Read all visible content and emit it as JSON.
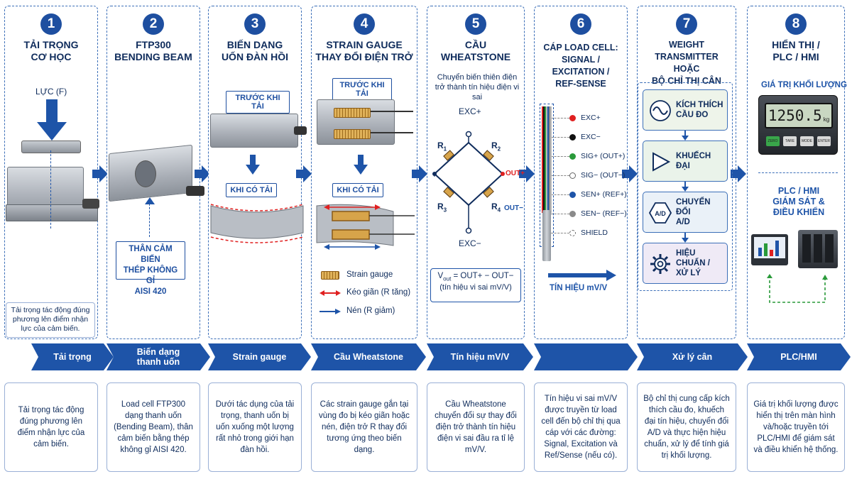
{
  "panels": [
    {
      "num": "1",
      "title": "TẢI TRỌNG\nCƠ HỌC"
    },
    {
      "num": "2",
      "title": "FTP300\nBENDING BEAM"
    },
    {
      "num": "3",
      "title": "BIẾN DẠNG\nUỐN ĐÀN HỒI"
    },
    {
      "num": "4",
      "title": "STRAIN GAUGE\nTHAY ĐỔI ĐIỆN TRỞ"
    },
    {
      "num": "5",
      "title": "CẦU\nWHEATSTONE"
    },
    {
      "num": "6",
      "title": "CÁP LOAD CELL:\nSIGNAL / EXCITATION /\nREF-SENSE"
    },
    {
      "num": "7",
      "title": "WEIGHT TRANSMITTER\nHOẶC\nBỘ CHỈ THỊ CÂN"
    },
    {
      "num": "8",
      "title": "HIỂN THỊ /\nPLC / HMI"
    }
  ],
  "p1": {
    "force_label": "LỰC (F)",
    "note": "Tải trọng tác động đúng phương lên điểm nhận lực của cảm biến."
  },
  "p2": {
    "material": "THÂN CẢM BIẾN\nTHÉP KHÔNG GỈ\nAISI 420"
  },
  "p3": {
    "before": "TRƯỚC KHI TẢI",
    "after": "KHI CÓ TẢI"
  },
  "p4": {
    "before": "TRƯỚC KHI TẢI",
    "after": "KHI CÓ TẢI",
    "legend": [
      "Strain gauge",
      "Kéo giãn (R tăng)",
      "Nén (R giảm)"
    ]
  },
  "p5": {
    "subtitle": "Chuyển biến thiên điện trở thành tín hiệu điện vi sai",
    "exc_plus": "EXC+",
    "exc_minus": "EXC−",
    "r1": "R",
    "r2": "R",
    "r3": "R",
    "r4": "R",
    "sub1": "1",
    "sub2": "2",
    "sub3": "3",
    "sub4": "4",
    "out_plus": "OUT+",
    "out_minus": "OUT−",
    "formula_v": "V",
    "formula_sub": "out",
    "formula_rest": " = OUT+ − OUT−",
    "formula_note": "(tín hiệu vi sai mV/V)"
  },
  "p6": {
    "wires": [
      {
        "label": "EXC+",
        "color": "#e02020"
      },
      {
        "label": "EXC−",
        "color": "#111111"
      },
      {
        "label": "SIG+ (OUT+)",
        "color": "#2a9a3a"
      },
      {
        "label": "SIG− (OUT−)",
        "color": "#ffffff"
      },
      {
        "label": "SEN+ (REF+)",
        "color": "#1e54a8"
      },
      {
        "label": "SEN− (REF−)",
        "color": "#8a8a8a"
      },
      {
        "label": "SHIELD",
        "color": "#ffffff"
      }
    ],
    "signal_label": "TÍN HIỆU mV/V"
  },
  "p7": {
    "steps": [
      "KÍCH THÍCH\nCẦU ĐO",
      "KHUẾCH ĐẠI",
      "CHUYỂN ĐỔI\nA/D",
      "HIỆU CHUẨN /\nXỬ LÝ"
    ],
    "ad_icon": "A/D"
  },
  "p8": {
    "value_label": "GIÁ TRỊ KHỐI LƯỢNG",
    "reading": "1250.5",
    "unit": "kg",
    "buttons": [
      "ZERO",
      "TARE",
      "MODE",
      "ENTER"
    ],
    "plc_label": "PLC / HMI\nGIÁM SÁT &\nĐIỀU KHIỂN"
  },
  "stages": [
    "Tải trọng",
    "Biến dạng\nthanh uốn",
    "Strain gauge",
    "Cầu Wheatstone",
    "Tín hiệu mV/V",
    "",
    "Xử lý cân",
    "PLC/HMI"
  ],
  "descriptions": [
    "Tải trọng tác động đúng phương lên điểm nhận lực của cảm biến.",
    "Load cell FTP300 dạng thanh uốn (Bending Beam), thân cảm biến bằng thép không gỉ AISI 420.",
    "Dưới tác dụng của tải trọng, thanh uốn bị uốn xuống một lượng rất nhỏ trong giới hạn đàn hồi.",
    "Các strain gauge gắn tại vùng đo bị kéo giãn hoặc nén, điện trở R thay đổi tương ứng theo biến dạng.",
    "Cầu Wheatstone chuyển đổi sự thay đổi điện trở thành tín hiệu điện vi sai đầu ra tỉ lệ mV/V.",
    "Tín hiệu vi sai mV/V được truyền từ load cell đến bộ chỉ thị qua cáp với các đường: Signal, Excitation và Ref/Sense (nếu có).",
    "Bộ chỉ thị cung cấp kích thích cầu đo, khuếch đại tín hiệu, chuyển đổi A/D và thực hiện hiệu chuẩn, xử lý để tính giá trị khối lượng.",
    "Giá trị khối lượng được hiển thị trên màn hình và/hoặc truyền tới PLC/HMI để giám sát và điều khiển hệ thống."
  ],
  "colors": {
    "primary": "#1e54a8",
    "dark": "#0f2c5c",
    "red": "#e02020",
    "green": "#2a9a3a"
  }
}
